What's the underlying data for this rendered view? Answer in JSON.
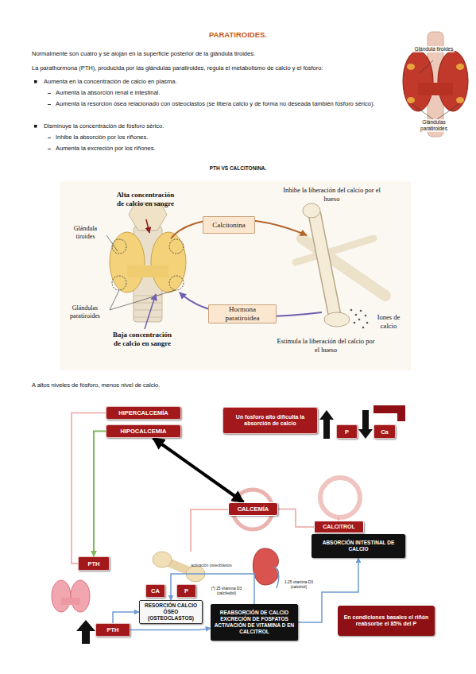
{
  "diagram": {
    "title": "PARATIROIDES.",
    "nodes": [
      {
        "text": [
          "Calcitonina"
        ]
      },
      {
        "text": [
          "Hormona paratiroidea"
        ]
      },
      {
        "text": [
          "HIPERCALCEMÍA"
        ]
      },
      {
        "text": [
          "HIPOCALCEMIA"
        ]
      },
      {
        "text": [
          "Un fosforo alto dificulta la absorción de calcio"
        ]
      },
      {
        "text": [
          "P"
        ]
      },
      {
        "text": [
          "Ca"
        ]
      },
      {
        "text": [
          "CALCEMÍA"
        ]
      },
      {
        "text": [
          "CALCITROL"
        ]
      },
      {
        "text": [
          "ABSORCIÓN INTESTINAL DE CALCIO"
        ]
      },
      {
        "text": [
          "PTH"
        ]
      },
      {
        "text": [
          "CA"
        ]
      },
      {
        "text": [
          "P"
        ]
      },
      {
        "text": [
          "RESORCIÓN CALCIO ÓSEO (OSTEOCLASTOS)"
        ]
      },
      {
        "text": [
          "REABSORCIÓN DE CALCIO EXCRECIÓN DE FOSFATOS ACTIVACIÓN DE VITAMINA D EN CALCITROL"
        ]
      },
      {
        "text": [
          "PTH"
        ]
      },
      {
        "text": [
          "En condiciones basales el riñón reabsorbe el 85% del P"
        ]
      }
    ],
    "edges": [
      {
        "from": 3,
        "to": 7,
        "arrow": "both"
      },
      {
        "from": 2,
        "to": 10,
        "arrow": "none"
      },
      {
        "from": 3,
        "to": 10,
        "arrow": "to"
      },
      {
        "from": 7,
        "to": 8,
        "arrow": "none"
      },
      {
        "from": 14,
        "to": 9,
        "arrow": "to"
      },
      {
        "from": 14,
        "to": 13,
        "label": "activación osteoblastos",
        "arrow": "to"
      },
      {
        "from": 15,
        "to": 14,
        "arrow": "to"
      },
      {
        "from": 15,
        "to": 13,
        "arrow": "to"
      }
    ],
    "labels": [
      "Normalmente son cuatro y se alojan en la superficie posterior de la glándula tiroides.",
      "La parathormona (PTH), producida por las glándulas paratiroides, regula el metabolismo de calcio y el fósforo:",
      "Aumenta en la concentración de calcio en plasma.",
      "Aumenta la absorción renal e intestinal.",
      "Aumenta la resorción ósea relacionado con osteoclastos (se libera calcio y de forma no deseada también fósforo sérico).",
      "Disminuye la concentración de fósforo sérico.",
      "Inhibe la absorción por los riñones.",
      "Aumenta la excreción por los riñones.",
      "Glándula tiroides",
      "Glándulas paratiroides",
      "PTH VS CALCITONINA.",
      "Alta concentración de calcio en sangre",
      "Glándula tiroides",
      "Glándulas paratiroides",
      "Inhibe la liberación del calcio por el hueso",
      "Estimula la liberación del calcio por el hueso",
      "Iones de calcio",
      "Baja concentración de calcio en sangre",
      "A altos niveles de fósforo, menos nivel de calcio.",
      "(*) 25 vitamina D3 (calcifediol)",
      "1,25 vitamina D3 (calcitriol)"
    ]
  }
}
